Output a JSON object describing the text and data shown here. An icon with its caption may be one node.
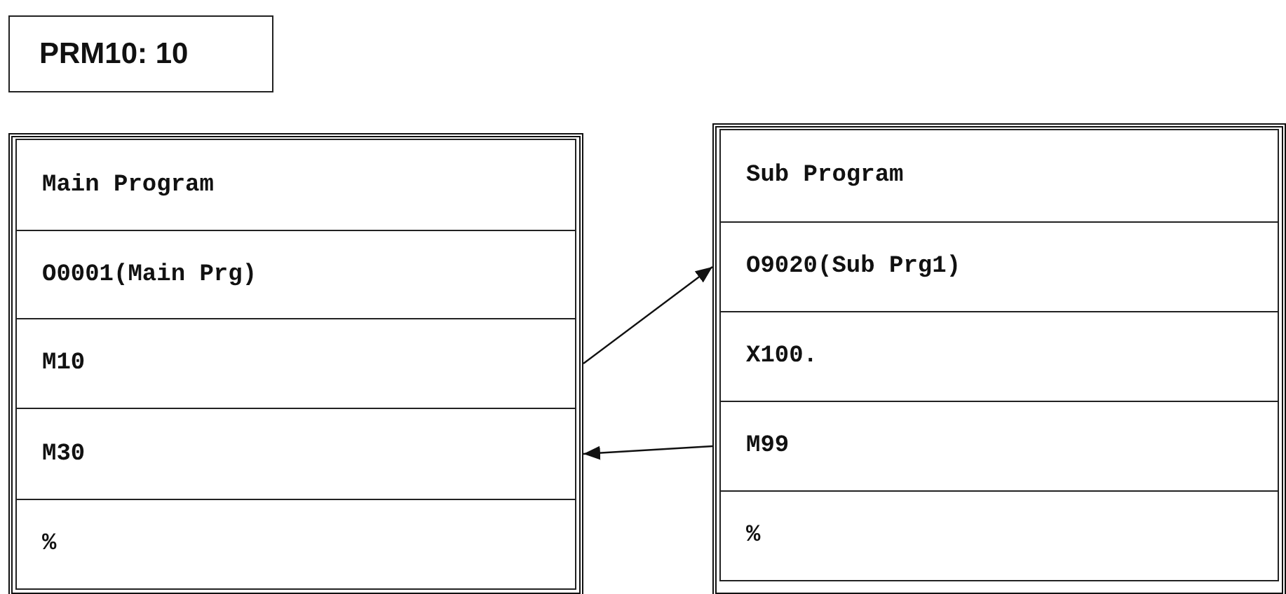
{
  "diagram": {
    "nodes": [
      {
        "text": [
          "PRM10: 10"
        ]
      },
      {
        "text": [],
        "shape": "box"
      },
      {
        "text": [
          "Main Program"
        ],
        "in": 1
      },
      {
        "text": [
          "O0001(Main Prg)"
        ],
        "in": 1
      },
      {
        "text": [
          "M10"
        ],
        "in": 1
      },
      {
        "text": [
          "M30"
        ],
        "in": 1
      },
      {
        "text": [
          "%"
        ],
        "in": 1
      },
      {
        "text": [],
        "shape": "box"
      },
      {
        "text": [
          "Sub Program"
        ],
        "in": 7
      },
      {
        "text": [
          "O9020(Sub Prg1)"
        ],
        "in": 7
      },
      {
        "text": [
          "X100."
        ],
        "in": 7
      },
      {
        "text": [
          "M99"
        ],
        "in": 7
      },
      {
        "text": [
          "%"
        ],
        "in": 7
      }
    ],
    "edges": [
      {
        "from": 4,
        "to": 9,
        "arrow": "to"
      },
      {
        "from": 11,
        "to": 5,
        "arrow": "to"
      }
    ]
  }
}
